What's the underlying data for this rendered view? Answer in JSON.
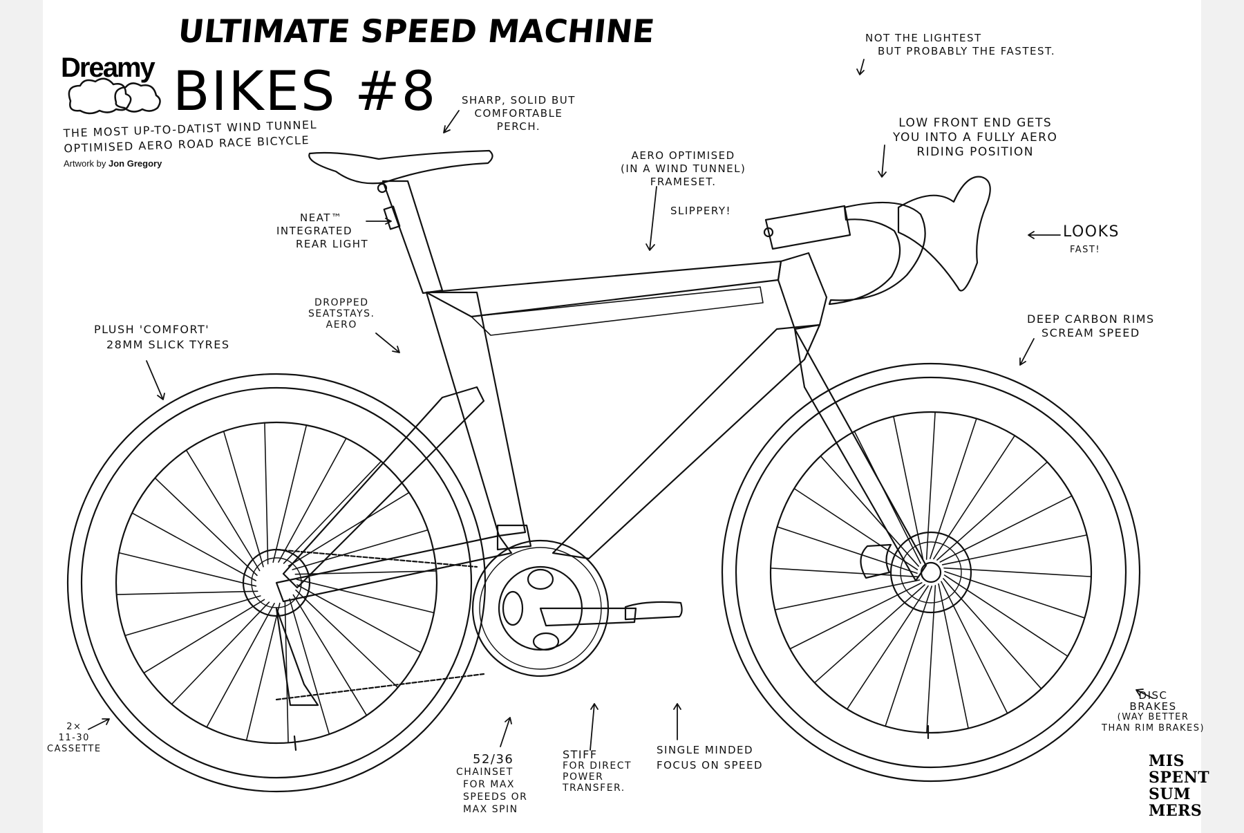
{
  "header": {
    "title": "ULTIMATE SPEED MACHINE",
    "brand": "Dreamy",
    "series": "BIKES #8",
    "subtitle_line1": "THE MOST UP-TO-DATIST WIND TUNNEL",
    "subtitle_line2": "OPTIMISED AERO ROAD RACE BICYCLE",
    "credit_prefix": "Artwork by ",
    "credit_name": "Jon Gregory"
  },
  "annotations": {
    "lightest": [
      "NOT THE LIGHTEST",
      "BUT PROBABLY THE FASTEST."
    ],
    "saddle": [
      "SHARP, SOLID BUT",
      "COMFORTABLE",
      "PERCH."
    ],
    "front_end": [
      "LOW FRONT END GETS",
      "YOU INTO A FULLY AERO",
      "RIDING POSITION"
    ],
    "frameset": [
      "AERO OPTIMISED",
      "(IN A WIND TUNNEL)",
      "FRAMESET."
    ],
    "slippery": "SLIPPERY!",
    "rear_light": [
      "NEAT™",
      "INTEGRATED",
      "REAR LIGHT"
    ],
    "looks": "LOOKS",
    "looks_fast": "FAST!",
    "seatstays": [
      "DROPPED",
      "SEATSTAYS.",
      "AERO"
    ],
    "tyres": [
      "PLUSH 'COMFORT'",
      "28MM SLICK TYRES"
    ],
    "rims": [
      "DEEP CARBON RIMS",
      "SCREAM SPEED"
    ],
    "cassette": [
      "2×",
      "11-30",
      "CASSETTE"
    ],
    "chainset": [
      "52/36",
      "CHAINSET",
      "FOR MAX",
      "SPEEDS OR",
      "MAX SPIN"
    ],
    "stiff": [
      "STIFF",
      "FOR DIRECT",
      "POWER",
      "TRANSFER."
    ],
    "single_minded": [
      "SINGLE MINDED",
      "FOCUS ON SPEED"
    ],
    "disc": [
      "DISC",
      "BRAKES",
      "(WAY BETTER",
      "THAN RIM BRAKES)"
    ]
  },
  "logo": [
    "MIS",
    "SPENT",
    "SUM",
    "MERS"
  ]
}
